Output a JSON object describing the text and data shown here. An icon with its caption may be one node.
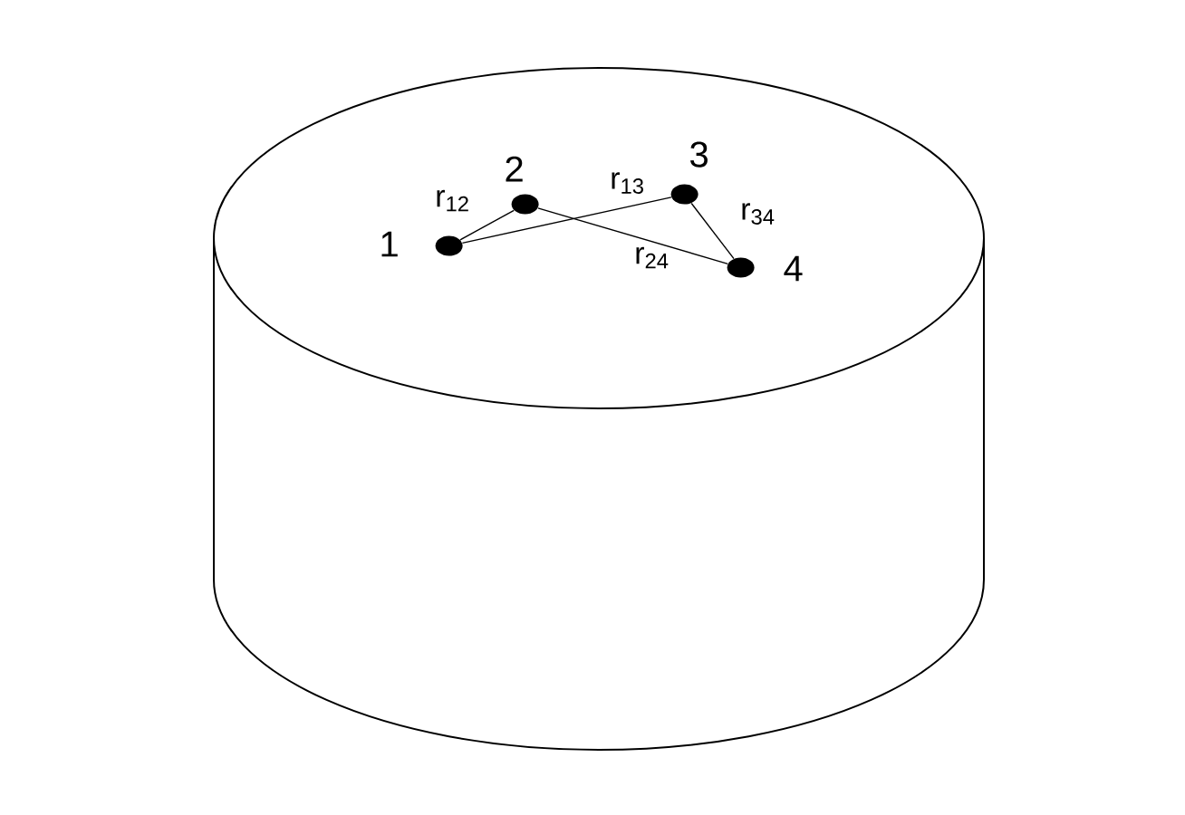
{
  "diagram": {
    "nodes": [
      {
        "text": [],
        "shape": "cylinder"
      },
      {
        "text": [],
        "shape": "circle",
        "beside": [
          "1"
        ],
        "in": 0
      },
      {
        "text": [],
        "shape": "circle",
        "beside": [
          "2"
        ],
        "in": 0
      },
      {
        "text": [],
        "shape": "circle",
        "beside": [
          "3"
        ],
        "in": 0
      },
      {
        "text": [],
        "shape": "circle",
        "beside": [
          "4"
        ],
        "in": 0
      }
    ],
    "edges": [
      {
        "from": 1,
        "to": 2,
        "arrow": "none",
        "label": "r$_{12}$"
      },
      {
        "from": 1,
        "to": 3,
        "arrow": "none",
        "label": "r$_{13}$"
      },
      {
        "from": 2,
        "to": 4,
        "arrow": "none",
        "label": "r$_{24}$"
      },
      {
        "from": 3,
        "to": 4,
        "arrow": "none",
        "label": "r$_{34}$"
      }
    ]
  }
}
